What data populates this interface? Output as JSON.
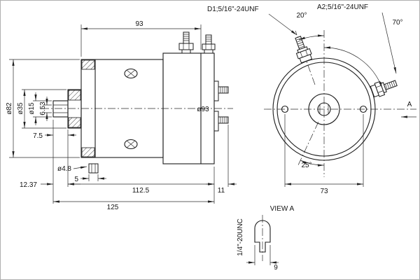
{
  "meta": {
    "background": "#ffffff",
    "ink": "#1c1c1c"
  },
  "side_view": {
    "dim_93": "93",
    "dia_82": "ø82",
    "dia_35": "ø35",
    "dia_15": "ø15",
    "dim_6_53": "6.53",
    "dim_7_5": "7.5",
    "dia_4_8": "ø4.8",
    "dim_5": "5",
    "dim_12_37": "12.37",
    "dim_112_5": "112.5",
    "dim_11": "11",
    "dim_125": "125",
    "dia_93": "ø93"
  },
  "front_view": {
    "label_d1": "D1;5/16\"-24UNF",
    "label_a2": "A2;5/16\"-24UNF",
    "angle_20": "20°",
    "angle_70": "70°",
    "angle_25": "25°",
    "dim_73": "73",
    "view_label": "A"
  },
  "detail_view": {
    "title": "VIEW A",
    "thread_label": "1/4\"-20UNC",
    "dim_9": "9"
  }
}
